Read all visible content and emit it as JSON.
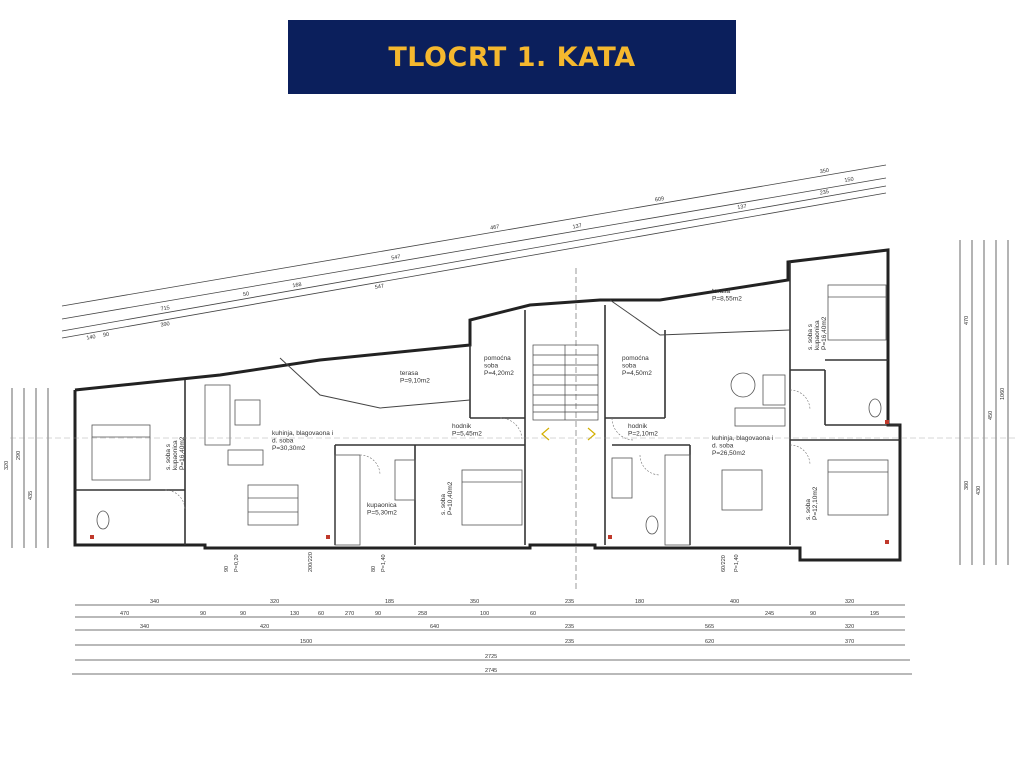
{
  "header": {
    "title": "TLOCRT 1. KATA"
  },
  "colors": {
    "banner_bg": "#0b1f5c",
    "banner_text": "#f5b82e",
    "line": "#333333",
    "accent_red": "#c0392b"
  },
  "rooms": [
    {
      "id": "soba-1",
      "lines": [
        "s. soba s",
        "kupaonica",
        "P=16,40m2"
      ],
      "rotate": -90
    },
    {
      "id": "kuhinja-1",
      "lines": [
        "kuhinja, blagovaona i",
        "d. soba",
        "P=30,30m2"
      ],
      "rotate": 0
    },
    {
      "id": "terasa-1",
      "lines": [
        "terasa",
        "P=9,10m2"
      ],
      "rotate": 0
    },
    {
      "id": "pomocna-soba-1",
      "lines": [
        "pomoćna",
        "soba",
        "P=4,20m2"
      ],
      "rotate": 0
    },
    {
      "id": "hodnik-1",
      "lines": [
        "hodnik",
        "P=5,45m2"
      ],
      "rotate": 0
    },
    {
      "id": "kupaonica-1",
      "lines": [
        "kupaonica",
        "P=5,30m2"
      ],
      "rotate": 0
    },
    {
      "id": "soba-2",
      "lines": [
        "s. soba",
        "P=10,40m2"
      ],
      "rotate": -90
    },
    {
      "id": "pomocna-soba-2",
      "lines": [
        "pomoćna",
        "soba",
        "P=4,50m2"
      ],
      "rotate": 0
    },
    {
      "id": "hodnik-2",
      "lines": [
        "hodnik",
        "P=2,10m2"
      ],
      "rotate": 0
    },
    {
      "id": "terasa-2",
      "lines": [
        "terasa",
        "P=8,55m2"
      ],
      "rotate": 0
    },
    {
      "id": "kuhinja-2",
      "lines": [
        "kuhinja, blagovaona i",
        "d. soba",
        "P=26,50m2"
      ],
      "rotate": 0
    },
    {
      "id": "soba-3",
      "lines": [
        "s. soba s",
        "kupaonica",
        "P=16,40m2"
      ],
      "rotate": -90
    },
    {
      "id": "soba-4",
      "lines": [
        "s. soba",
        "P=12,10m2"
      ],
      "rotate": -90
    }
  ],
  "dimensions": {
    "top_row1": [
      "350",
      "609",
      "467"
    ],
    "top_row2": [
      "547",
      "137",
      "150"
    ],
    "top_row3": [
      "715",
      "50",
      "168",
      "137",
      "235"
    ],
    "top_row4": [
      "140",
      "90",
      "390",
      "547"
    ],
    "bottom_row1": [
      "340",
      "320",
      "185",
      "350",
      "235",
      "180",
      "400",
      "320"
    ],
    "bottom_row2": [
      "470",
      "90",
      "90",
      "130",
      "60",
      "270",
      "90",
      "258",
      "100",
      "60",
      "245",
      "90",
      "195"
    ],
    "bottom_row3": [
      "340",
      "420",
      "640",
      "235",
      "565",
      "320"
    ],
    "bottom_row4": [
      "1500",
      "235",
      "620",
      "370"
    ],
    "bottom_row5": [
      "2725"
    ],
    "bottom_row6": [
      "2745"
    ],
    "left_vertical": [
      "320",
      "290",
      "435"
    ],
    "right_vertical": [
      "470",
      "380",
      "430",
      "450",
      "1060"
    ],
    "openings": [
      "90",
      "P=0,20",
      "200/220",
      "80",
      "P=1,40",
      "60/220",
      "P=1,40"
    ]
  }
}
